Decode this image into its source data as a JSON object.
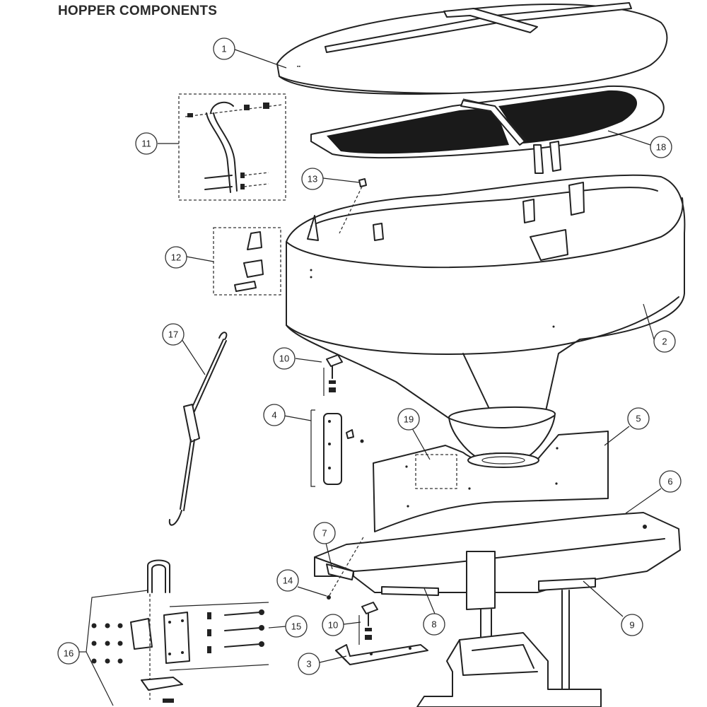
{
  "title": "HOPPER COMPONENTS",
  "callouts": [
    {
      "id": "c1",
      "label": "1"
    },
    {
      "id": "c2",
      "label": "2"
    },
    {
      "id": "c3",
      "label": "3"
    },
    {
      "id": "c4",
      "label": "4"
    },
    {
      "id": "c5",
      "label": "5"
    },
    {
      "id": "c6",
      "label": "6"
    },
    {
      "id": "c7",
      "label": "7"
    },
    {
      "id": "c8",
      "label": "8"
    },
    {
      "id": "c9",
      "label": "9"
    },
    {
      "id": "c10a",
      "label": "10"
    },
    {
      "id": "c10b",
      "label": "10"
    },
    {
      "id": "c11",
      "label": "11"
    },
    {
      "id": "c12",
      "label": "12"
    },
    {
      "id": "c13",
      "label": "13"
    },
    {
      "id": "c14",
      "label": "14"
    },
    {
      "id": "c15",
      "label": "15"
    },
    {
      "id": "c16",
      "label": "16"
    },
    {
      "id": "c17",
      "label": "17"
    },
    {
      "id": "c18",
      "label": "18"
    },
    {
      "id": "c19",
      "label": "19"
    }
  ],
  "colors": {
    "line": "#222222",
    "grate": "#1a1a1a",
    "background": "#ffffff"
  }
}
